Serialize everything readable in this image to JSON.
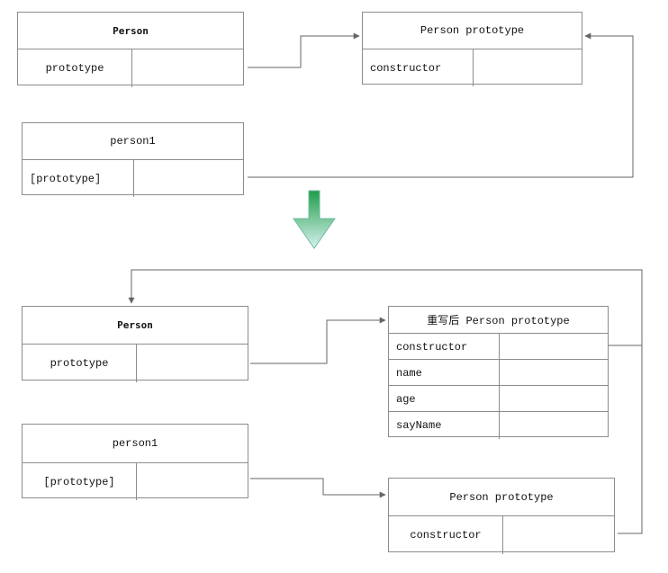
{
  "top": {
    "person": {
      "title": "Person",
      "rows": [
        [
          "prototype",
          ""
        ]
      ]
    },
    "person_prototype": {
      "title": "Person prototype",
      "rows": [
        [
          "constructor",
          ""
        ]
      ]
    },
    "person1": {
      "title": "person1",
      "rows": [
        [
          "[prototype]",
          ""
        ]
      ]
    }
  },
  "bottom": {
    "person": {
      "title": "Person",
      "rows": [
        [
          "prototype",
          ""
        ]
      ]
    },
    "rewritten_prototype": {
      "title": "重写后 Person prototype",
      "rows": [
        [
          "constructor",
          ""
        ],
        [
          "name",
          ""
        ],
        [
          "age",
          ""
        ],
        [
          "sayName",
          ""
        ]
      ]
    },
    "person1": {
      "title": "person1",
      "rows": [
        [
          "[prototype]",
          ""
        ]
      ]
    },
    "old_prototype": {
      "title": "Person prototype",
      "rows": [
        [
          "constructor",
          ""
        ]
      ]
    }
  },
  "colors": {
    "line": "#666666",
    "border": "#8c8c8c",
    "arrow_top": "#1f9e49",
    "arrow_bottom": "#bfe7e7"
  },
  "icons": {
    "transition": "down-arrow-icon"
  }
}
